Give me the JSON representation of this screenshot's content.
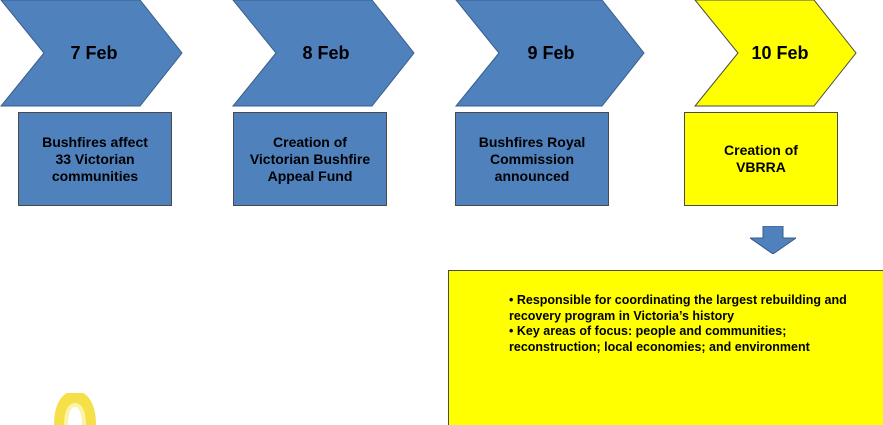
{
  "timeline": {
    "steps": [
      {
        "date": "7 Feb",
        "event_lines": [
          "Bushfires affect",
          "33 Victorian",
          "communities"
        ],
        "color": "#4f81bd"
      },
      {
        "date": "8 Feb",
        "event_lines": [
          "Creation of",
          "Victorian Bushfire",
          "Appeal Fund"
        ],
        "color": "#4f81bd"
      },
      {
        "date": "9 Feb",
        "event_lines": [
          "Bushfires Royal",
          "Commission",
          "announced"
        ],
        "color": "#4f81bd"
      },
      {
        "date": "10 Feb",
        "event_lines": [
          "Creation of",
          "VBRRA"
        ],
        "color": "#ffff00"
      }
    ]
  },
  "notes": {
    "lines": [
      "• Responsible for coordinating the largest rebuilding and recovery program  in Victoria’s history",
      "• Key areas of focus: people and communities; reconstruction; local economies; and environment"
    ],
    "background": "#ffff00"
  },
  "colors": {
    "blue_fill": "#4f81bd",
    "blue_stroke": "#385d8a",
    "yellow_fill": "#ffff00",
    "logo_yellow": "#f5e04a"
  }
}
